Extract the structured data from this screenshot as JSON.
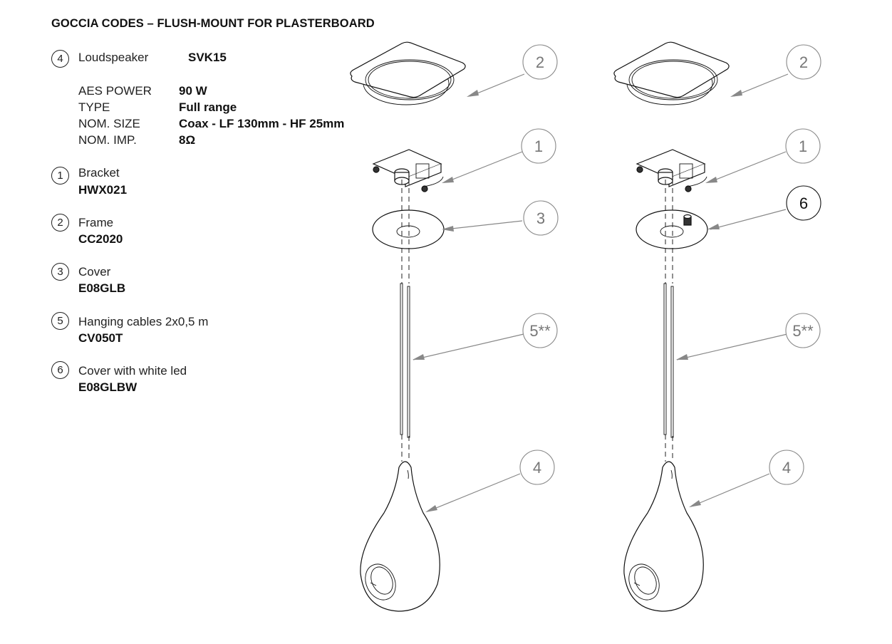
{
  "title": "GOCCIA CODES – FLUSH-MOUNT FOR PLASTERBOARD",
  "loudspeaker": {
    "number": "4",
    "label": "Loudspeaker",
    "code": "SVK15",
    "specs": [
      {
        "key": "AES POWER",
        "value": "90 W"
      },
      {
        "key": "TYPE",
        "value": "Full range"
      },
      {
        "key": "NOM. SIZE",
        "value": "Coax - LF 130mm - HF 25mm"
      },
      {
        "key": "NOM. IMP.",
        "value": "8Ω"
      }
    ]
  },
  "parts": [
    {
      "number": "1",
      "label": "Bracket",
      "code": "HWX021"
    },
    {
      "number": "2",
      "label": "Frame",
      "code": "CC2020"
    },
    {
      "number": "3",
      "label": "Cover",
      "code": "E08GLB"
    },
    {
      "number": "5",
      "label": "Hanging cables 2x0,5 m",
      "code": "CV050T"
    },
    {
      "number": "6",
      "label": "Cover with white led",
      "code": "E08GLBW"
    }
  ],
  "diagrams": [
    {
      "name": "assembly-left",
      "callouts": [
        "2",
        "1",
        "3",
        "5**",
        "4"
      ]
    },
    {
      "name": "assembly-right",
      "callouts": [
        "2",
        "1",
        "6",
        "5**",
        "4"
      ]
    }
  ],
  "colors": {
    "callout_stroke": "#888888",
    "callout_highlight_stroke": "#111111",
    "line": "#111111"
  }
}
